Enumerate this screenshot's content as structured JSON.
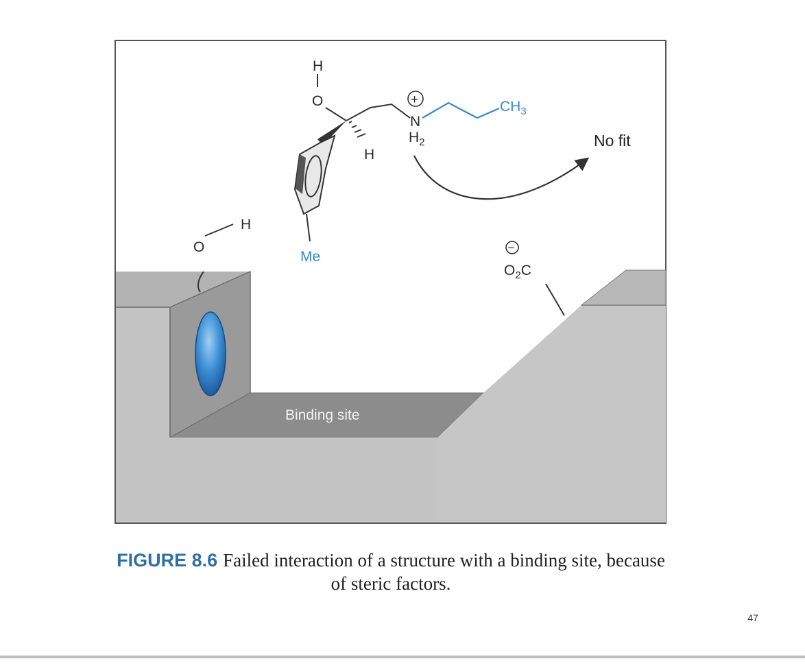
{
  "figure": {
    "labels": {
      "hydroxyl_h": "H",
      "hydroxyl_o": "O",
      "chiral_h": "H",
      "ammonium_n": "N",
      "ammonium_h2": "H",
      "ammonium_h2_sub": "2",
      "charge_plus": "+",
      "methyl_ch3": "CH",
      "methyl_ch3_sub": "3",
      "ring_substituent": "Me",
      "no_fit": "No fit",
      "site_oh_o": "O",
      "site_oh_h": "H",
      "carboxylate_charge": "−",
      "carboxylate_o": "O",
      "carboxylate_o_sub": "2",
      "carboxylate_c": "C",
      "binding_site": "Binding site"
    },
    "colors": {
      "molecule_accent": "#3a86c8",
      "caption_label": "#2f6fa8",
      "surface_light": "#c2c2c2",
      "surface_mid": "#a9a9a9",
      "surface_dark": "#8e8e8e",
      "pocket_oval": "#3c8fd6"
    }
  },
  "caption": {
    "label": "FIGURE 8.6",
    "text": "Failed interaction of a structure with a binding site, because of steric factors."
  },
  "page_number": "47"
}
